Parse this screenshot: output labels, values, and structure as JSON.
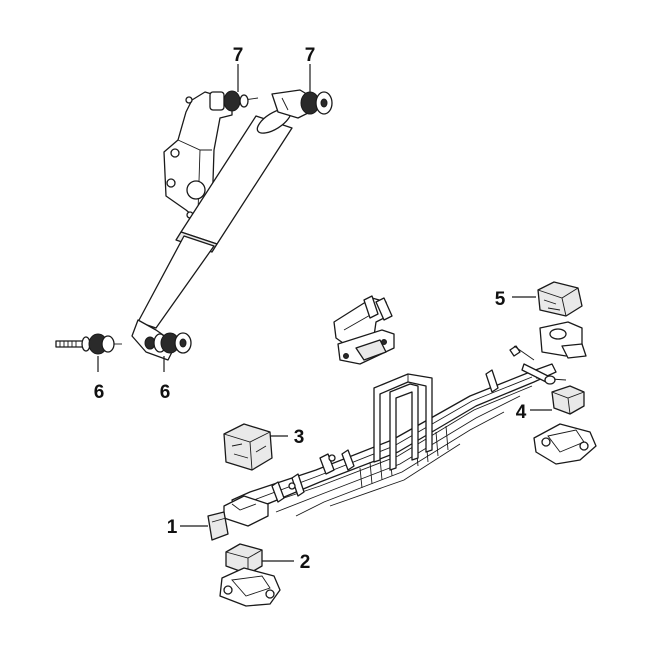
{
  "callouts": {
    "c1": "1",
    "c2": "2",
    "c3": "3",
    "c4": "4",
    "c5": "5",
    "c6a": "6",
    "c6b": "6",
    "c7a": "7",
    "c7b": "7"
  },
  "colors": {
    "line": "#1a1a1a",
    "fill": "#ffffff",
    "rubber": "#2a2a2a"
  }
}
